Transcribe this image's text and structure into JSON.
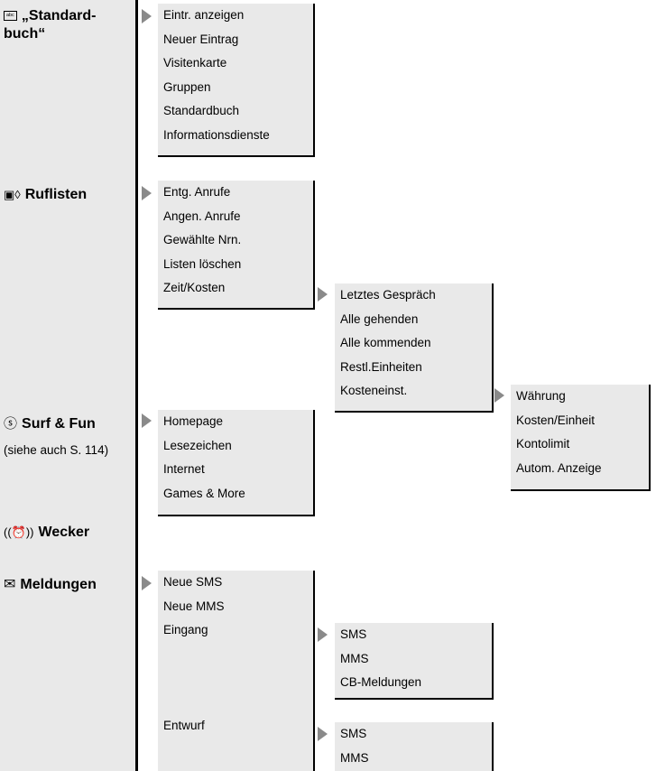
{
  "menus": {
    "standardbuch": {
      "icon": "phonebook-icon",
      "label": "„Standard-\nbuch“",
      "items": [
        "Eintr. anzeigen",
        "Neuer Eintrag",
        "Visitenkarte",
        "Gruppen",
        "Standardbuch",
        "Informationsdienste"
      ]
    },
    "ruflisten": {
      "icon": "call-lists-icon",
      "label": "Ruflisten",
      "items": [
        "Entg. Anrufe",
        "Angen. Anrufe",
        "Gewählte Nrn.",
        "Listen löschen",
        "Zeit/Kosten"
      ],
      "zeit_kosten": {
        "items": [
          "Letztes Gespräch",
          "Alle gehenden",
          "Alle kommenden",
          "Restl.Einheiten",
          "Kosteneinst."
        ],
        "kosteneinst": {
          "items": [
            "Währung",
            "Kosten/Einheit",
            "Kontolimit",
            "Autom. Anzeige"
          ]
        }
      }
    },
    "surf_fun": {
      "icon": "globe-icon",
      "label": "Surf & Fun",
      "note": "(siehe auch S. 114)",
      "items": [
        "Homepage",
        "Lesezeichen",
        "Internet",
        "Games & More"
      ]
    },
    "wecker": {
      "icon": "alarm-clock-icon",
      "label": "Wecker"
    },
    "meldungen": {
      "icon": "envelope-icon",
      "label": "Meldungen",
      "items": [
        "Neue SMS",
        "Neue MMS",
        "Eingang",
        "",
        "",
        "",
        "Entwurf",
        ""
      ],
      "eingang": {
        "items": [
          "SMS",
          "MMS",
          "CB-Meldungen"
        ]
      },
      "entwurf": {
        "items": [
          "SMS",
          "MMS"
        ]
      }
    }
  }
}
